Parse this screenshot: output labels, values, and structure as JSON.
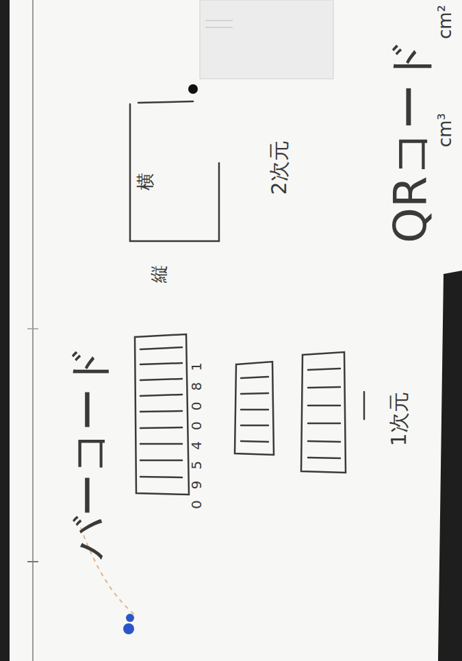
{
  "diagram": {
    "labels": [
      "バーコード",
      "09540081",
      "1次元",
      "QRコード",
      "縦",
      "横",
      "2次元",
      "cm²",
      "cm³"
    ]
  }
}
